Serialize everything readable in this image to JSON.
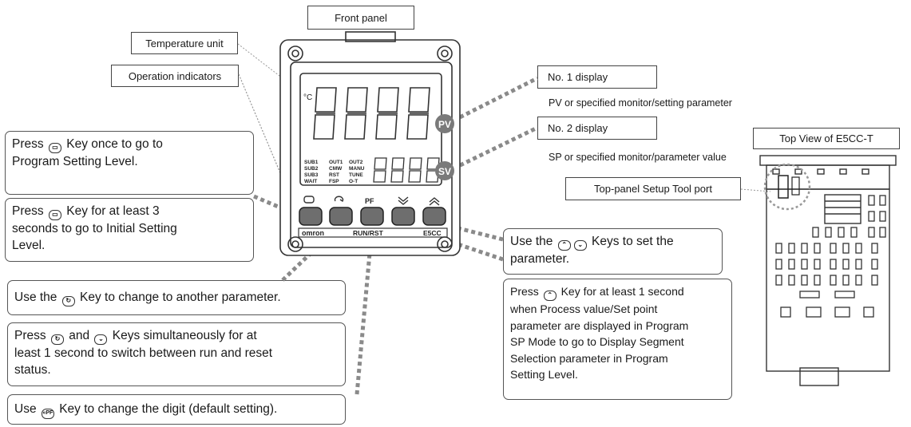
{
  "labels": {
    "front_panel": "Front panel",
    "temperature_unit": "Temperature unit",
    "operation_indicators": "Operation indicators",
    "no1_display": "No. 1 display",
    "no1_desc": "PV or specified monitor/setting parameter",
    "no2_display": "No. 2 display",
    "no2_desc": "SP or specified monitor/parameter value",
    "top_view": "Top View of E5CC-T",
    "setup_port": "Top-panel Setup Tool port"
  },
  "device": {
    "pv": "PV",
    "sv": "SV",
    "brand": "omron",
    "run_rst": "RUN/RST",
    "model": "E5CC",
    "pf": "PF",
    "unit": "°C",
    "indicators_left": [
      "SUB1",
      "SUB2",
      "SUB3",
      "WAIT"
    ],
    "indicators_mid": [
      "OUT1",
      "CMW",
      "RST",
      "FSP"
    ],
    "indicators_right": [
      "OUT2",
      "MANU",
      "TUNE",
      "O-T"
    ]
  },
  "callouts": {
    "c1": [
      "Press",
      "Key once to go to",
      "Program Setting Level."
    ],
    "c2": [
      "Press",
      "Key for at least 3",
      "seconds to go to Initial Setting",
      "Level."
    ],
    "c3": [
      "Use the",
      "Key to change to another parameter."
    ],
    "c4": [
      "Press",
      "and",
      "Keys simultaneously for at",
      "least 1 second to switch between run and reset",
      "status."
    ],
    "c5": [
      "Use",
      "Key to change the digit (default setting)."
    ],
    "c6": [
      "Use the",
      "Keys to set the",
      "parameter."
    ],
    "c7": [
      "Press",
      "Key for at least 1 second",
      "when Process value/Set point",
      "parameter are displayed in Program",
      "SP Mode to go to Display Segment",
      "Selection parameter in Program",
      "Setting Level."
    ]
  },
  "colors": {
    "outline": "#333333",
    "dots": "#8a8a8a",
    "key": "#6e6e6e",
    "pv_circle": "#7a7a7a"
  }
}
